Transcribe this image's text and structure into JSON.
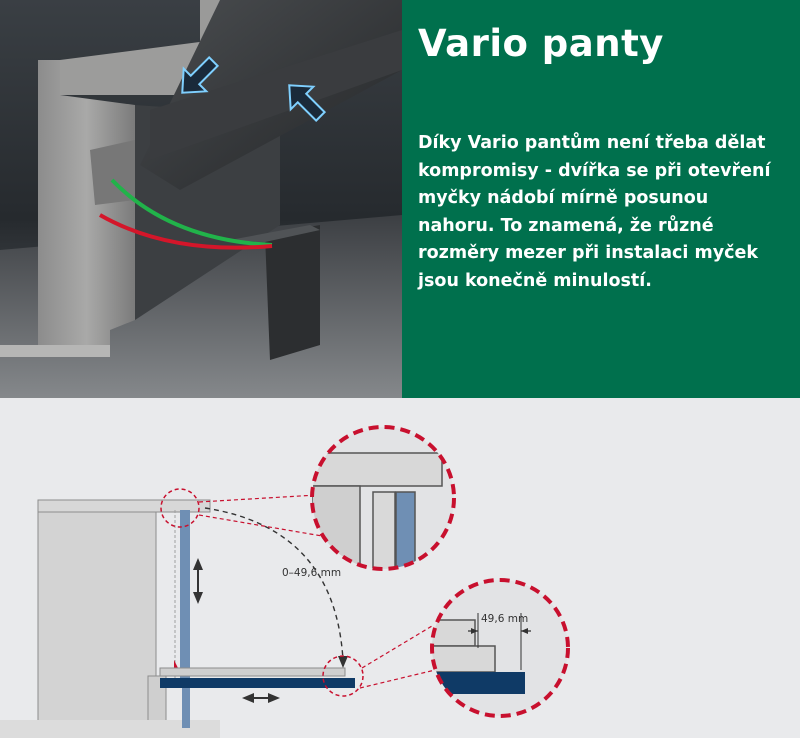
{
  "header": {
    "title": "Vario panty",
    "description": "Díky Vario pantům není třeba dělat kompromisy - dvířka se při otevření myčky nádobí mírně posunou nahoru. To znamená, že různé rozměry mezer při instalaci myček jsou konečně minulostí."
  },
  "diagram": {
    "gap_range_label": "0–49,6 mm",
    "gap_max_label": "49,6 mm"
  },
  "colors": {
    "panel_green": "#00704d",
    "callout_red": "#c8102e",
    "door_blue": "#6f8fb4",
    "plinth_navy": "#0f3a66",
    "arc_green": "#21b34a",
    "arc_red": "#d4162a"
  }
}
